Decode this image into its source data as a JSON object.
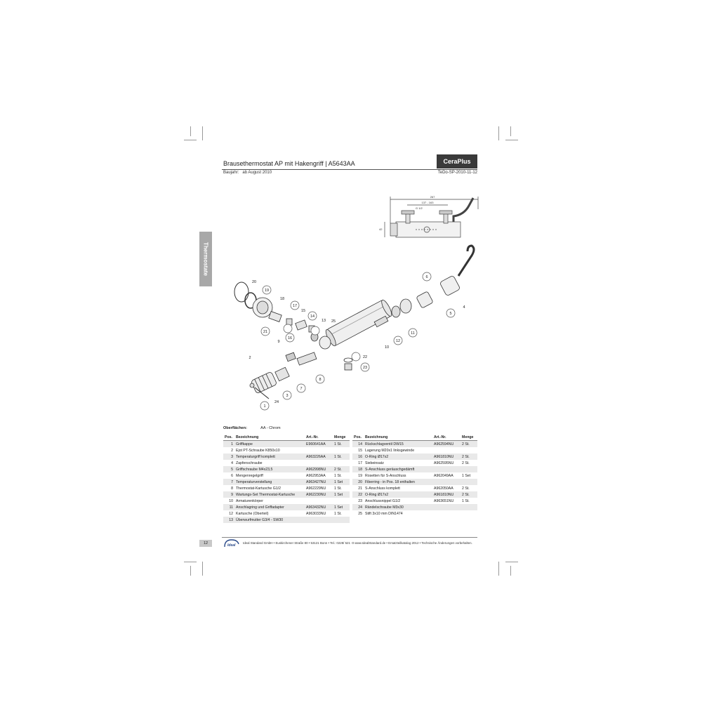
{
  "header": {
    "title": "Brausethermostat AP mit Hakengriff | A5643AA",
    "brand": "CeraPlus",
    "baujahr_label": "Baujahr:",
    "baujahr_value": "ab August 2010",
    "doc_code": "TeDo-SP-2010-11-12"
  },
  "side_tab": "Thermostate",
  "dimensions": {
    "overall": "267",
    "spacing": "137 - 163",
    "thread": "G 1/2",
    "height": "42"
  },
  "callouts": [
    "1",
    "2",
    "3",
    "4",
    "5",
    "6",
    "7",
    "8",
    "9",
    "10",
    "11",
    "12",
    "13",
    "14",
    "15",
    "16",
    "17",
    "18",
    "19",
    "20",
    "21",
    "22",
    "23",
    "24",
    "25"
  ],
  "surface": {
    "label": "Oberflächen:",
    "value": "AA - Chrom"
  },
  "table": {
    "headers": {
      "pos": "Pos.",
      "name": "Bezeichnung",
      "art": "Art.-Nr.",
      "qty": "Menge"
    },
    "left": [
      {
        "pos": "1",
        "name": "Griffkappe",
        "art": "E960641AA",
        "qty": "1 St."
      },
      {
        "pos": "2",
        "name": "Ejot PT-Schraube K850x10",
        "art": "",
        "qty": ""
      },
      {
        "pos": "3",
        "name": "Temperaturgriff komplett",
        "art": "A963226AA",
        "qty": "1 St."
      },
      {
        "pos": "4",
        "name": "Zapfenschraube",
        "art": "",
        "qty": ""
      },
      {
        "pos": "5",
        "name": "Griffschraube M4x23,5",
        "art": "A962998NU",
        "qty": "2 St."
      },
      {
        "pos": "6",
        "name": "Mengenregelgriff",
        "art": "A962953AA",
        "qty": "1 St."
      },
      {
        "pos": "7",
        "name": "Temperaturverstellung",
        "art": "A963427NU",
        "qty": "1 Set"
      },
      {
        "pos": "8",
        "name": "Thermostat-Kartusche G1/2",
        "art": "A962229NU",
        "qty": "1 St."
      },
      {
        "pos": "9",
        "name": "Wartungs-Set Thermostat-Kartusche",
        "art": "A962230NU",
        "qty": "1 Set"
      },
      {
        "pos": "10",
        "name": "Armaturenkörper",
        "art": "",
        "qty": ""
      },
      {
        "pos": "11",
        "name": "Anschlagring und Griffadapter",
        "art": "A963432NU",
        "qty": "1 Set"
      },
      {
        "pos": "12",
        "name": "Kartusche (Oberteil)",
        "art": "A963033NU",
        "qty": "1 St."
      },
      {
        "pos": "13",
        "name": "Überwurfmutter G3/4 - SW30",
        "art": "",
        "qty": ""
      }
    ],
    "right": [
      {
        "pos": "14",
        "name": "Rückschlagventil DW15",
        "art": "A962594NU",
        "qty": "2 St."
      },
      {
        "pos": "15",
        "name": "Lagerung M20x1 linksgewinde",
        "art": "",
        "qty": ""
      },
      {
        "pos": "16",
        "name": "O-Ring Ø17x2",
        "art": "A961810NU",
        "qty": "2 St."
      },
      {
        "pos": "17",
        "name": "Siebeinsatz",
        "art": "A962595NU",
        "qty": "2 St."
      },
      {
        "pos": "18",
        "name": "S-Anschluss geräuschgedämft",
        "art": "",
        "qty": ""
      },
      {
        "pos": "19",
        "name": "Rosetten für S-Anschluss",
        "art": "A962049AA",
        "qty": "1 Set"
      },
      {
        "pos": "20",
        "name": "Fiberring - in Pos. 18 enthalten",
        "art": "",
        "qty": ""
      },
      {
        "pos": "21",
        "name": "S-Anschluss komplett",
        "art": "A962050AA",
        "qty": "2 St."
      },
      {
        "pos": "22",
        "name": "O-Ring Ø17x2",
        "art": "A961810NU",
        "qty": "2 St."
      },
      {
        "pos": "23",
        "name": "Anschlussnippel G1/2",
        "art": "A963651NU",
        "qty": "1 St."
      },
      {
        "pos": "24",
        "name": "Rändelschraube M3x30",
        "art": "",
        "qty": ""
      },
      {
        "pos": "25",
        "name": "Stift 3x10 mm DIN1474",
        "art": "",
        "qty": ""
      }
    ]
  },
  "footer": {
    "page": "12",
    "logo_text": "Ideal",
    "text": "Ideal Standard GmbH • Euskirchener Straße 80 • 53121 Bonn • Tel.: 0228/ 521 -0 www.IdealStandard.de • Ersatzteilkatalog 2012 • Technische Änderungen vorbehalten."
  }
}
